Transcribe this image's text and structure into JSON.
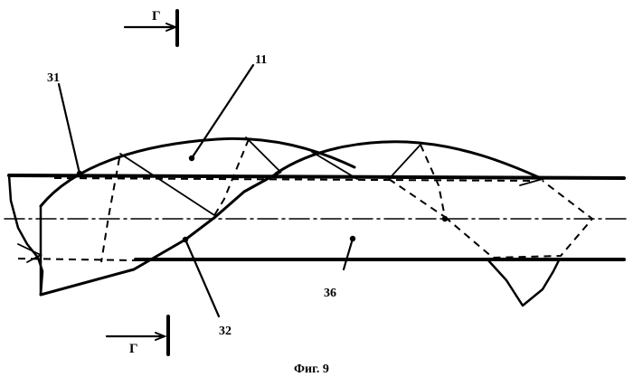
{
  "figure": {
    "section_mark_top": "Г",
    "section_mark_bottom": "Г",
    "caption": "Фиг. 9",
    "labels": {
      "l31": "31",
      "l11": "11",
      "l32": "32",
      "l36": "36"
    }
  },
  "colors": {
    "ink": "#000000",
    "paper": "#ffffff"
  }
}
